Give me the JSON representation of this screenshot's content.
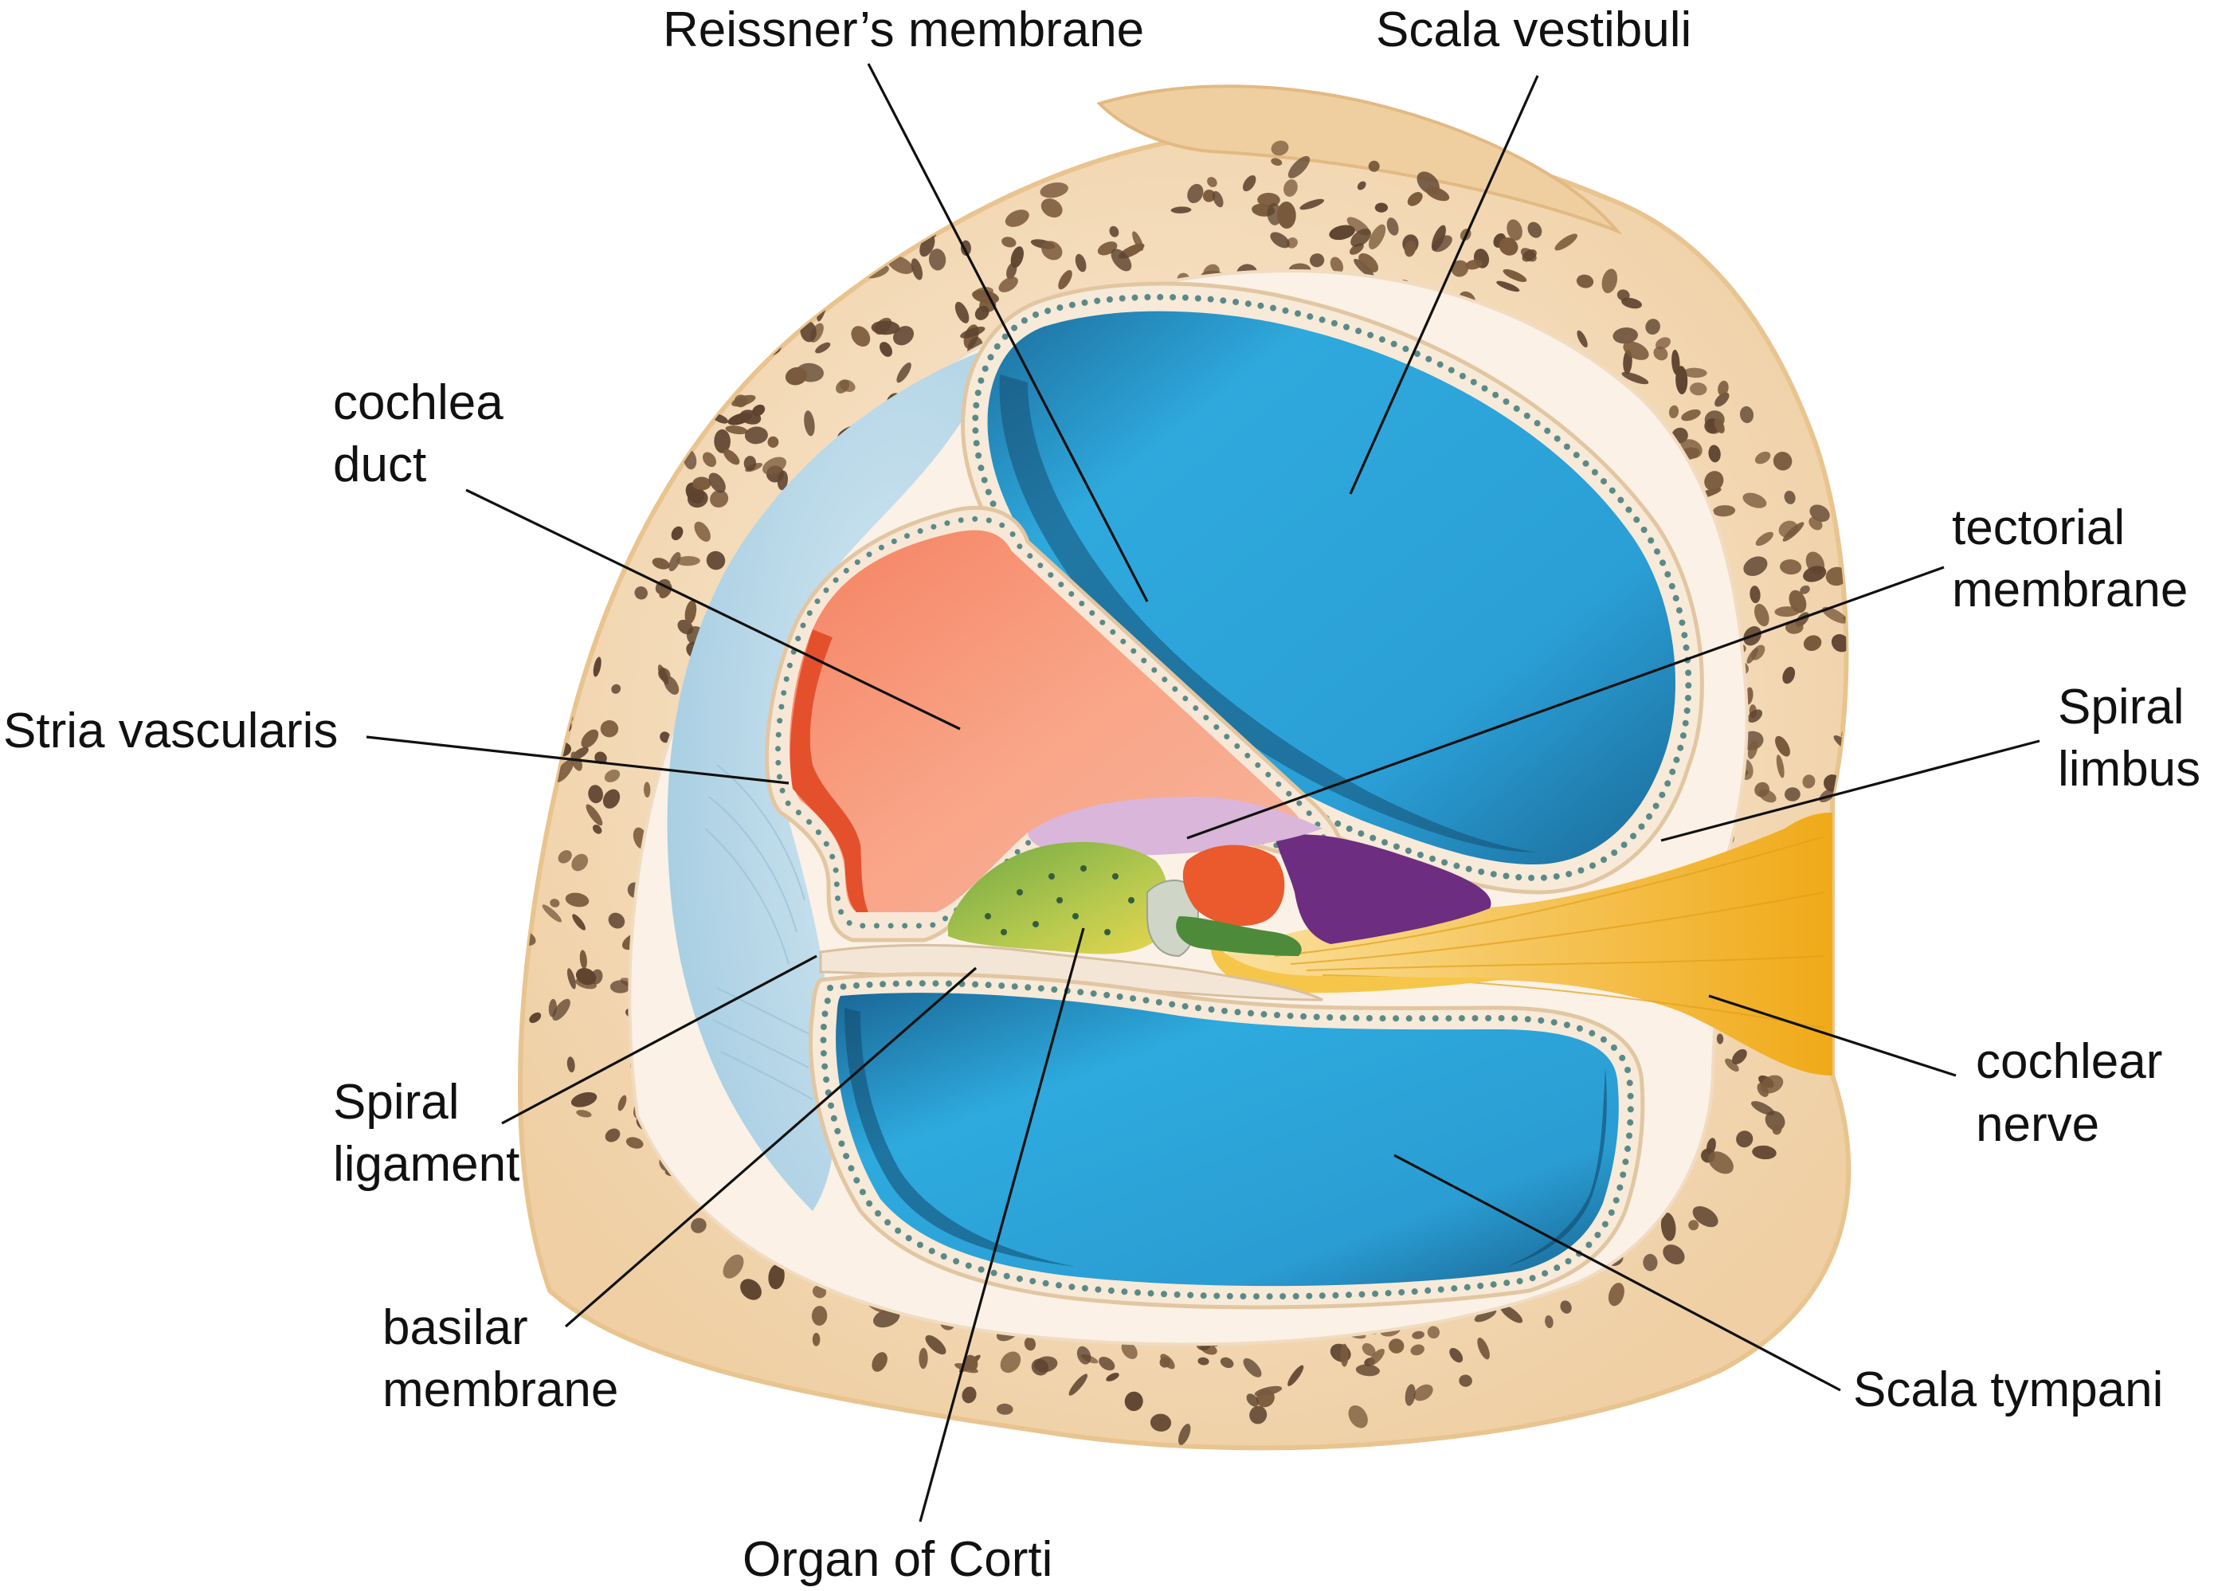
{
  "labels": {
    "reissners_membrane": "Reissner’s membrane",
    "scala_vestibuli": "Scala vestibuli",
    "cochlea_duct_line1": "cochlea",
    "cochlea_duct_line2": "duct",
    "tectorial_membrane_line1": "tectorial",
    "tectorial_membrane_line2": "membrane",
    "stria_vascularis": "Stria vascularis",
    "spiral_limbus_line1": "Spiral",
    "spiral_limbus_line2": "limbus",
    "spiral_ligament_line1": "Spiral",
    "spiral_ligament_line2": "ligament",
    "cochlear_nerve_line1": "cochlear",
    "cochlear_nerve_line2": "nerve",
    "basilar_membrane_line1": "basilar",
    "basilar_membrane_line2": "membrane",
    "scala_tympani": "Scala tympani",
    "organ_of_corti": "Organ of Corti"
  },
  "colors": {
    "outer_bone": "#f4d8b2",
    "bone_pores": "#6e5238",
    "inner_lining": "#f9ecdf",
    "spiral_ligament": "#bfdbe9",
    "scala_fluid": "#2ca6d9",
    "scala_fluid_dark": "#1f7fb0",
    "cochlea_duct": "#f79a7a",
    "tectorial_membrane": "#d6b3d8",
    "organ_of_corti": "#8fbd5a",
    "inner_hair": "#e85a2b",
    "spiral_limbus": "#6a2f7c",
    "cochlear_nerve": "#f3b526"
  }
}
